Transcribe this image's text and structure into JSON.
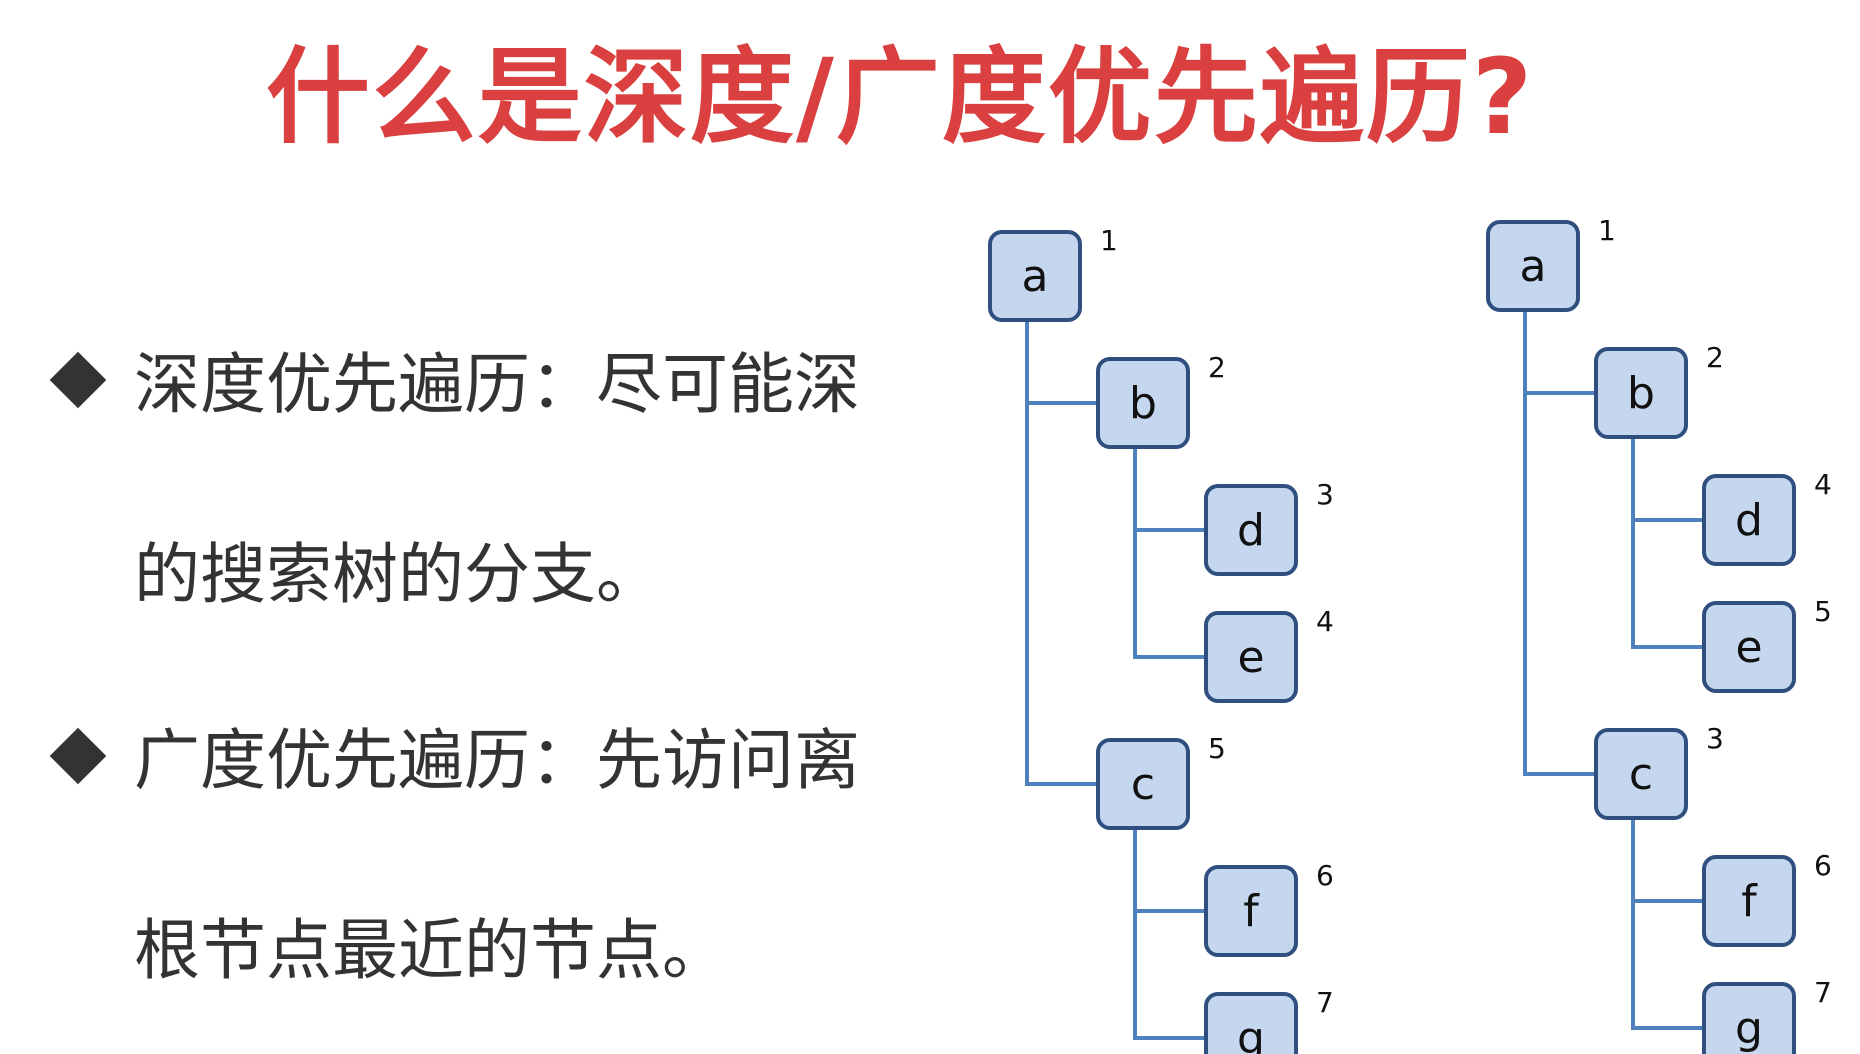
{
  "title": "什么是深度/广度优先遍历?",
  "bullets": [
    {
      "text": "深度优先遍历：尽可能深的搜索树的分支。"
    },
    {
      "text": "广度优先遍历：先访问离根节点最近的节点。"
    }
  ],
  "trees": [
    {
      "traversal": "depth-first",
      "nodes": [
        {
          "id": "a",
          "label": "a",
          "order": "1",
          "parent": null
        },
        {
          "id": "b",
          "label": "b",
          "order": "2",
          "parent": "a"
        },
        {
          "id": "d",
          "label": "d",
          "order": "3",
          "parent": "b"
        },
        {
          "id": "e",
          "label": "e",
          "order": "4",
          "parent": "b"
        },
        {
          "id": "c",
          "label": "c",
          "order": "5",
          "parent": "a"
        },
        {
          "id": "f",
          "label": "f",
          "order": "6",
          "parent": "c"
        },
        {
          "id": "g",
          "label": "g",
          "order": "7",
          "parent": "c"
        }
      ]
    },
    {
      "traversal": "breadth-first",
      "nodes": [
        {
          "id": "a",
          "label": "a",
          "order": "1",
          "parent": null
        },
        {
          "id": "b",
          "label": "b",
          "order": "2",
          "parent": "a"
        },
        {
          "id": "d",
          "label": "d",
          "order": "4",
          "parent": "b"
        },
        {
          "id": "e",
          "label": "e",
          "order": "5",
          "parent": "b"
        },
        {
          "id": "c",
          "label": "c",
          "order": "3",
          "parent": "a"
        },
        {
          "id": "f",
          "label": "f",
          "order": "6",
          "parent": "c"
        },
        {
          "id": "g",
          "label": "g",
          "order": "7",
          "parent": "c"
        }
      ]
    }
  ],
  "colors": {
    "title": "#d9403f",
    "node_fill": "#c5d7ef",
    "node_border": "#2f4f7f",
    "edge": "#4f81bd",
    "text": "#333333"
  }
}
